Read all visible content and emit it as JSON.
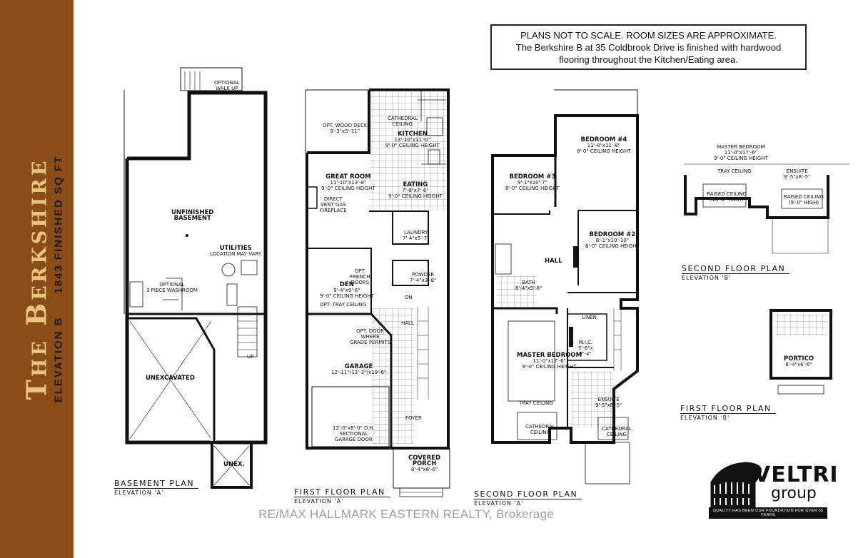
{
  "sidebar": {
    "title": "The Berkshire",
    "elevation": "ELEVATION B",
    "area": "1843 FINISHED SQ FT"
  },
  "notice": {
    "line1": "PLANS NOT TO SCALE.  ROOM SIZES ARE APPROXIMATE.",
    "line2": "The Berkshire B at 35 Coldbrook Drive is finished with hardwood",
    "line3": "flooring throughout the Kitchen/Eating area."
  },
  "plans": {
    "basement": {
      "title": "BASEMENT PLAN",
      "sub": "ELEVATION 'A'"
    },
    "first": {
      "title": "FIRST FLOOR PLAN",
      "sub": "ELEVATION 'A'"
    },
    "second": {
      "title": "SECOND FLOOR PLAN",
      "sub": "ELEVATION 'A'"
    },
    "second_b": {
      "title": "SECOND FLOOR PLAN",
      "sub": "ELEVATION 'B'"
    },
    "first_b": {
      "title": "FIRST FLOOR PLAN",
      "sub": "ELEVATION 'B'"
    }
  },
  "rooms": {
    "walkup": {
      "name": "OPTIONAL",
      "dim": "WALK UP"
    },
    "unfinished": {
      "name": "UNFINISHED",
      "dim": "BASEMENT"
    },
    "utilities": {
      "name": "UTILITIES",
      "dim": "LOCATION MAY VARY"
    },
    "washroom": {
      "name": "OPTIONAL",
      "dim": "3 PIECE WASHROOM"
    },
    "unexcavated": {
      "name": "UNEXCAVATED"
    },
    "unex": {
      "name": "UNEX."
    },
    "deck": {
      "name": "OPT. WOOD DECK",
      "dim": "9'-3\"x5'-11\""
    },
    "cathedral1": {
      "name": "CATHEDRAL",
      "dim": "CEILING"
    },
    "kitchen": {
      "name": "KITCHEN",
      "dim": "13'-10\"x11'-0\"",
      "ceil": "9'-0\" CEILING HEIGHT"
    },
    "great": {
      "name": "GREAT ROOM",
      "dim": "11'-10\"x13'-8\"",
      "ceil": "9'-0\" CEILING HEIGHT"
    },
    "fireplace": {
      "name": "DIRECT",
      "dim": "VENT GAS",
      "ceil": "FIREPLACE"
    },
    "eating": {
      "name": "EATING",
      "dim": "7'-8\"x7'-6\"",
      "ceil": "9'-0\" CEILING HEIGHT"
    },
    "laundry": {
      "name": "LAUNDRY",
      "dim": "7'-4\"x5'-7\""
    },
    "den": {
      "name": "DEN",
      "dim": "9'-4\"x9'-6\"",
      "ceil": "9'-0\" CEILING HEIGHT"
    },
    "french": {
      "name": "OPT.",
      "dim": "FRENCH",
      "ceil": "DOORS"
    },
    "tray1": {
      "name": "OPT. TRAY CEILING"
    },
    "powder": {
      "name": "POWDER",
      "dim": "7'-4\"x3'-8\""
    },
    "garage": {
      "name": "GARAGE",
      "dim": "12'-11\"(13'-3\")x19'-6\""
    },
    "optdoor": {
      "name": "OPT. DOOR",
      "dim": "WHERE",
      "ceil": "GRADE PERMITS"
    },
    "garagedoor": {
      "name": "12'-0\"x8'-0\" O.H.",
      "dim": "SECTIONAL",
      "ceil": "GARAGE DOOR"
    },
    "foyer": {
      "name": "FOYER"
    },
    "porch": {
      "name": "COVERED",
      "dim": "PORCH",
      "ceil": "8'-4\"x6'-6\""
    },
    "hall1": {
      "name": "HALL"
    },
    "bed3": {
      "name": "BEDROOM #3",
      "dim": "9'-1\"x10'-7\"",
      "ceil": "8'-0\" CEILING HEIGHT"
    },
    "bed4": {
      "name": "BEDROOM #4",
      "dim": "11'-8\"x11'-8\"",
      "ceil": "8'-0\" CEILING HEIGHT"
    },
    "bed2": {
      "name": "BEDROOM #2",
      "dim": "8'-1\"x10'-10\"",
      "ceil": "8'-0\" CEILING HEIGHT"
    },
    "hall2": {
      "name": "HALL"
    },
    "bath": {
      "name": "BATH",
      "dim": "8'-4\"x5'-8\""
    },
    "linen": {
      "name": "LINEN"
    },
    "wic": {
      "name": "W.I.C.",
      "dim": "5'-6\"x",
      "ceil": "7'-4\""
    },
    "master": {
      "name": "MASTER BEDROOM",
      "dim": "11'-0\"x17'-6\"",
      "ceil": "9'-0\" CEILING HEIGHT"
    },
    "tray2": {
      "name": "TRAY CEILING"
    },
    "cathedral2": {
      "name": "CATHEDRAL",
      "dim": "CEILING"
    },
    "ensuite": {
      "name": "ENSUITE",
      "dim": "9'-5\"x8'-5\""
    },
    "cathedral3": {
      "name": "CATHEDRAL",
      "dim": "CEILING"
    },
    "masterb": {
      "name": "MASTER BEDROOM",
      "dim": "11'-0\"x17'-6\"",
      "ceil": "9'-0\" CEILING HEIGHT"
    },
    "traybb": {
      "name": "TRAY CEILING"
    },
    "raised1": {
      "name": "RAISED CEILING",
      "dim": "(10'-0\" HIGH)"
    },
    "ensuiteb": {
      "name": "ENSUITE",
      "dim": "9'-5\"x8'-5\""
    },
    "raised2": {
      "name": "RAISED CEILING",
      "dim": "(9'-0\" HIGH)"
    },
    "portico": {
      "name": "PORTICO",
      "dim": "8'-4\"x6'-6\""
    },
    "up": {
      "name": "UP"
    },
    "dn": {
      "name": "DN"
    }
  },
  "logo": {
    "word": "VELTRI",
    "group": "group",
    "tagline": "QUALITY HAS BEEN OUR FOUNDATION FOR OVER 55 YEARS"
  },
  "watermark": "RE/MAX HALLMARK EASTERN REALTY, Brokerage"
}
